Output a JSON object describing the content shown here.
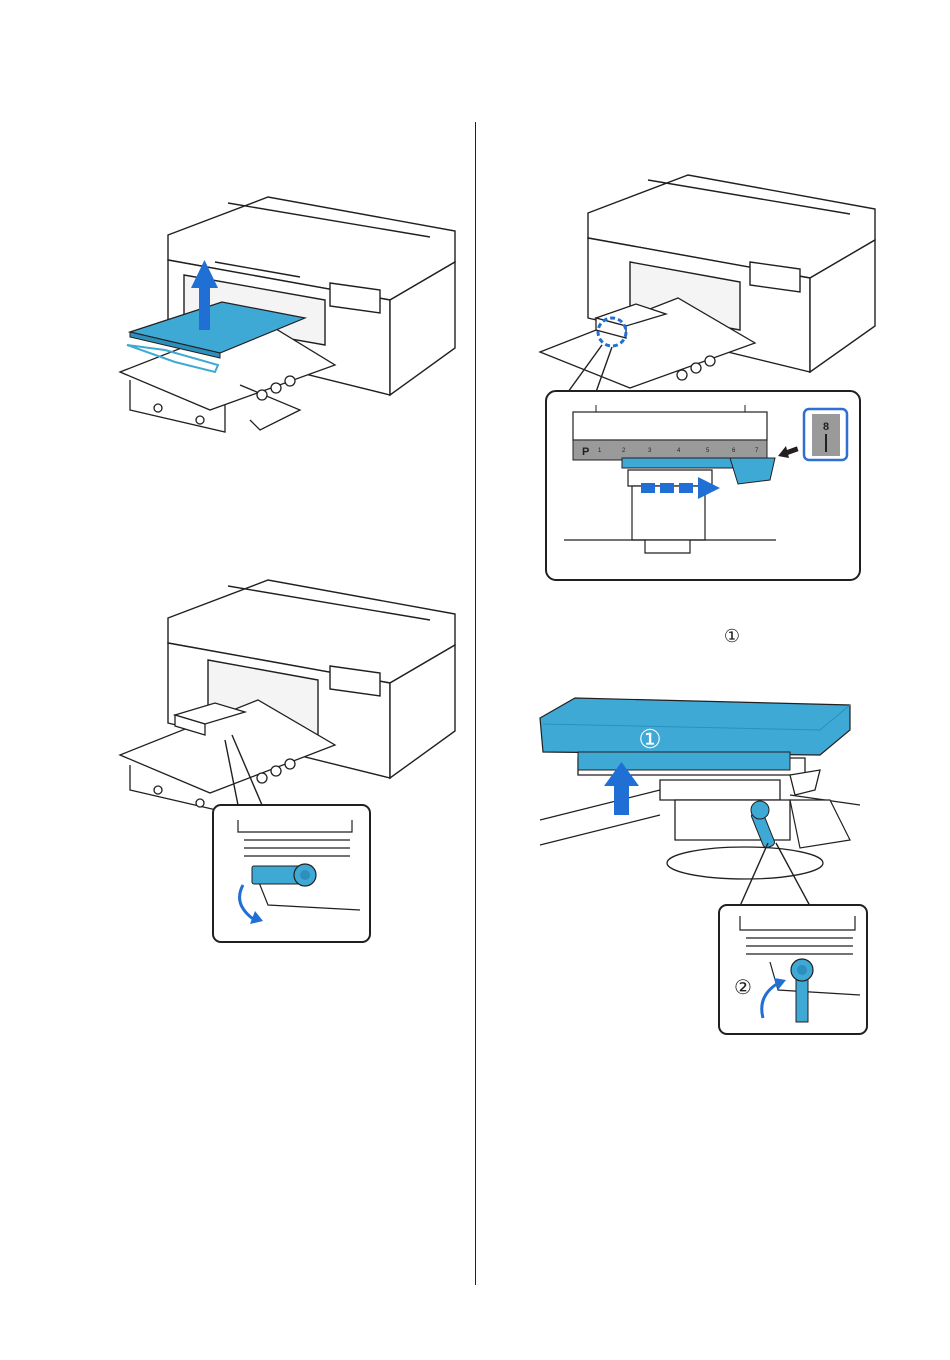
{
  "colors": {
    "accent": "#3fa9d6",
    "arrow": "#1f6fd4",
    "line": "#231f20",
    "box_outline": "#2f6fd0"
  },
  "right_column": {
    "caption_marker": "①"
  },
  "fig_ruler": {
    "ruler_labels": [
      "P",
      "1",
      "2",
      "3",
      "4",
      "5",
      "6",
      "7"
    ],
    "scale_value": "8"
  },
  "fig_platen_raise": {
    "platen_marker": "①",
    "lever_marker": "②"
  }
}
